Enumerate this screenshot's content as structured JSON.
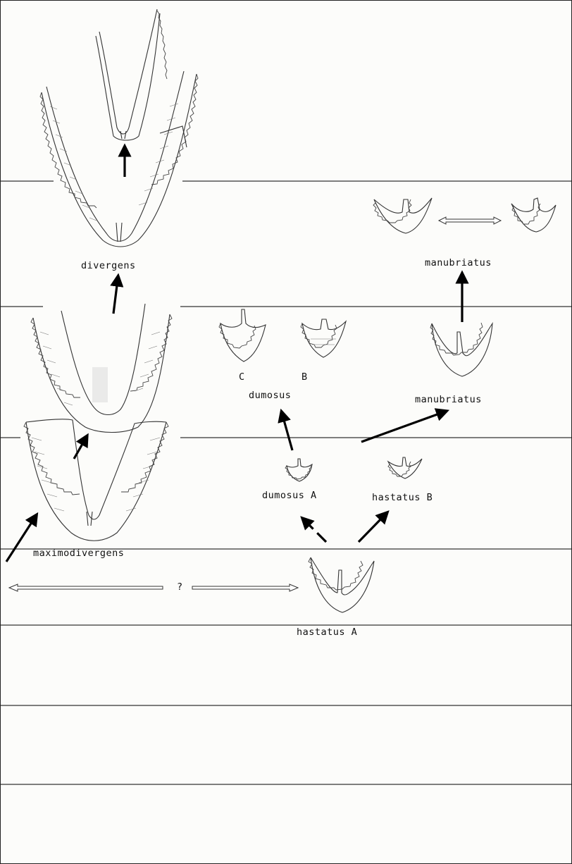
{
  "labels": {
    "divergens": "divergens",
    "manubriatus_upper": "manubriatus",
    "manubriatus_lower": "manubriatus",
    "dumosus": "dumosus",
    "dumosus_c": "C",
    "dumosus_b": "B",
    "dumosus_a": "dumosus A",
    "hastatus_b": "hastatus B",
    "hastatus_a": "hastatus A",
    "maximodivergens": "maximodivergens",
    "question": "?"
  }
}
